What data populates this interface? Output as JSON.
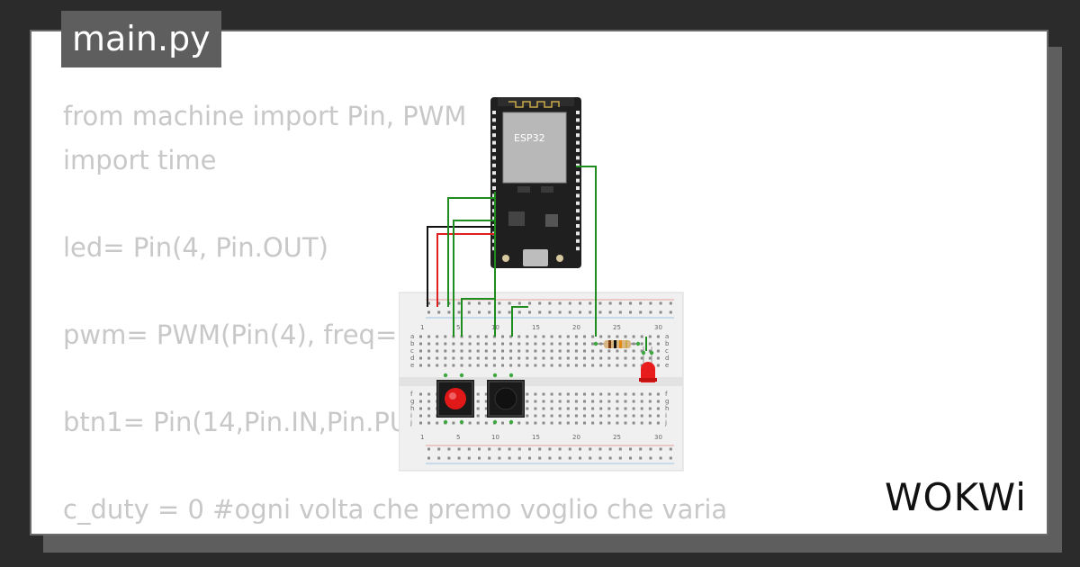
{
  "file_title": "main.py",
  "code_lines": [
    "from machine import Pin, PWM",
    "import time",
    "",
    "led= Pin(4, Pin.OUT)",
    "",
    "pwm= PWM(Pin(4), freq=5",
    "",
    "btn1= Pin(14,Pin.IN,Pin.PU",
    "",
    "c_duty = 0 #ogni volta che premo voglio che varia"
  ],
  "esp32_label": "ESP32",
  "breadboard_numbers": [
    "1",
    "5",
    "10",
    "15",
    "20",
    "25",
    "30"
  ],
  "breadboard_rows_top": [
    "a",
    "b",
    "c",
    "d",
    "e"
  ],
  "breadboard_rows_bottom": [
    "f",
    "g",
    "h",
    "i",
    "j"
  ],
  "logo_text": "WOKWi",
  "colors": {
    "background": "#2b2b2b",
    "card": "#ffffff",
    "tab": "#5e5e5e",
    "code_text": "#c8c8c8",
    "wire_green": "#1e8c1e",
    "wire_red": "#e02020",
    "wire_black": "#111111",
    "button_red": "#e01818",
    "led_red": "#e81c1c"
  }
}
